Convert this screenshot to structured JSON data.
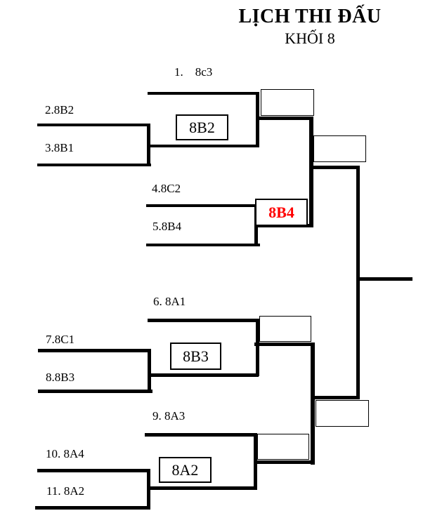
{
  "title": {
    "main": "LỊCH THI ĐẤU",
    "sub": "KHỐI 8"
  },
  "colors": {
    "line": "#000000",
    "text": "#000000",
    "highlight_winner": "#ff0000",
    "background": "#ffffff"
  },
  "bracket": {
    "seeds": [
      {
        "label": "1.    8c3"
      },
      {
        "label": "2.8B2"
      },
      {
        "label": "3.8B1"
      },
      {
        "label": "4.8C2"
      },
      {
        "label": "5.8B4"
      },
      {
        "label": "6. 8A1"
      },
      {
        "label": "7.8C1"
      },
      {
        "label": "8.8B3"
      },
      {
        "label": "9. 8A3"
      },
      {
        "label": "10. 8A4"
      },
      {
        "label": "11. 8A2"
      }
    ],
    "result_boxes": {
      "match_2_3_winner": "8B2",
      "match_4_5_winner": "8B4",
      "match_7_8_winner": "8B3",
      "match_10_11_winner": "8A2",
      "top_quarterfinal_winner": "",
      "top_semifinal_winner": "",
      "bottom_quarterfinal_winner": "",
      "bottom_match_d_winner": "",
      "bottom_semifinal_winner": ""
    }
  }
}
